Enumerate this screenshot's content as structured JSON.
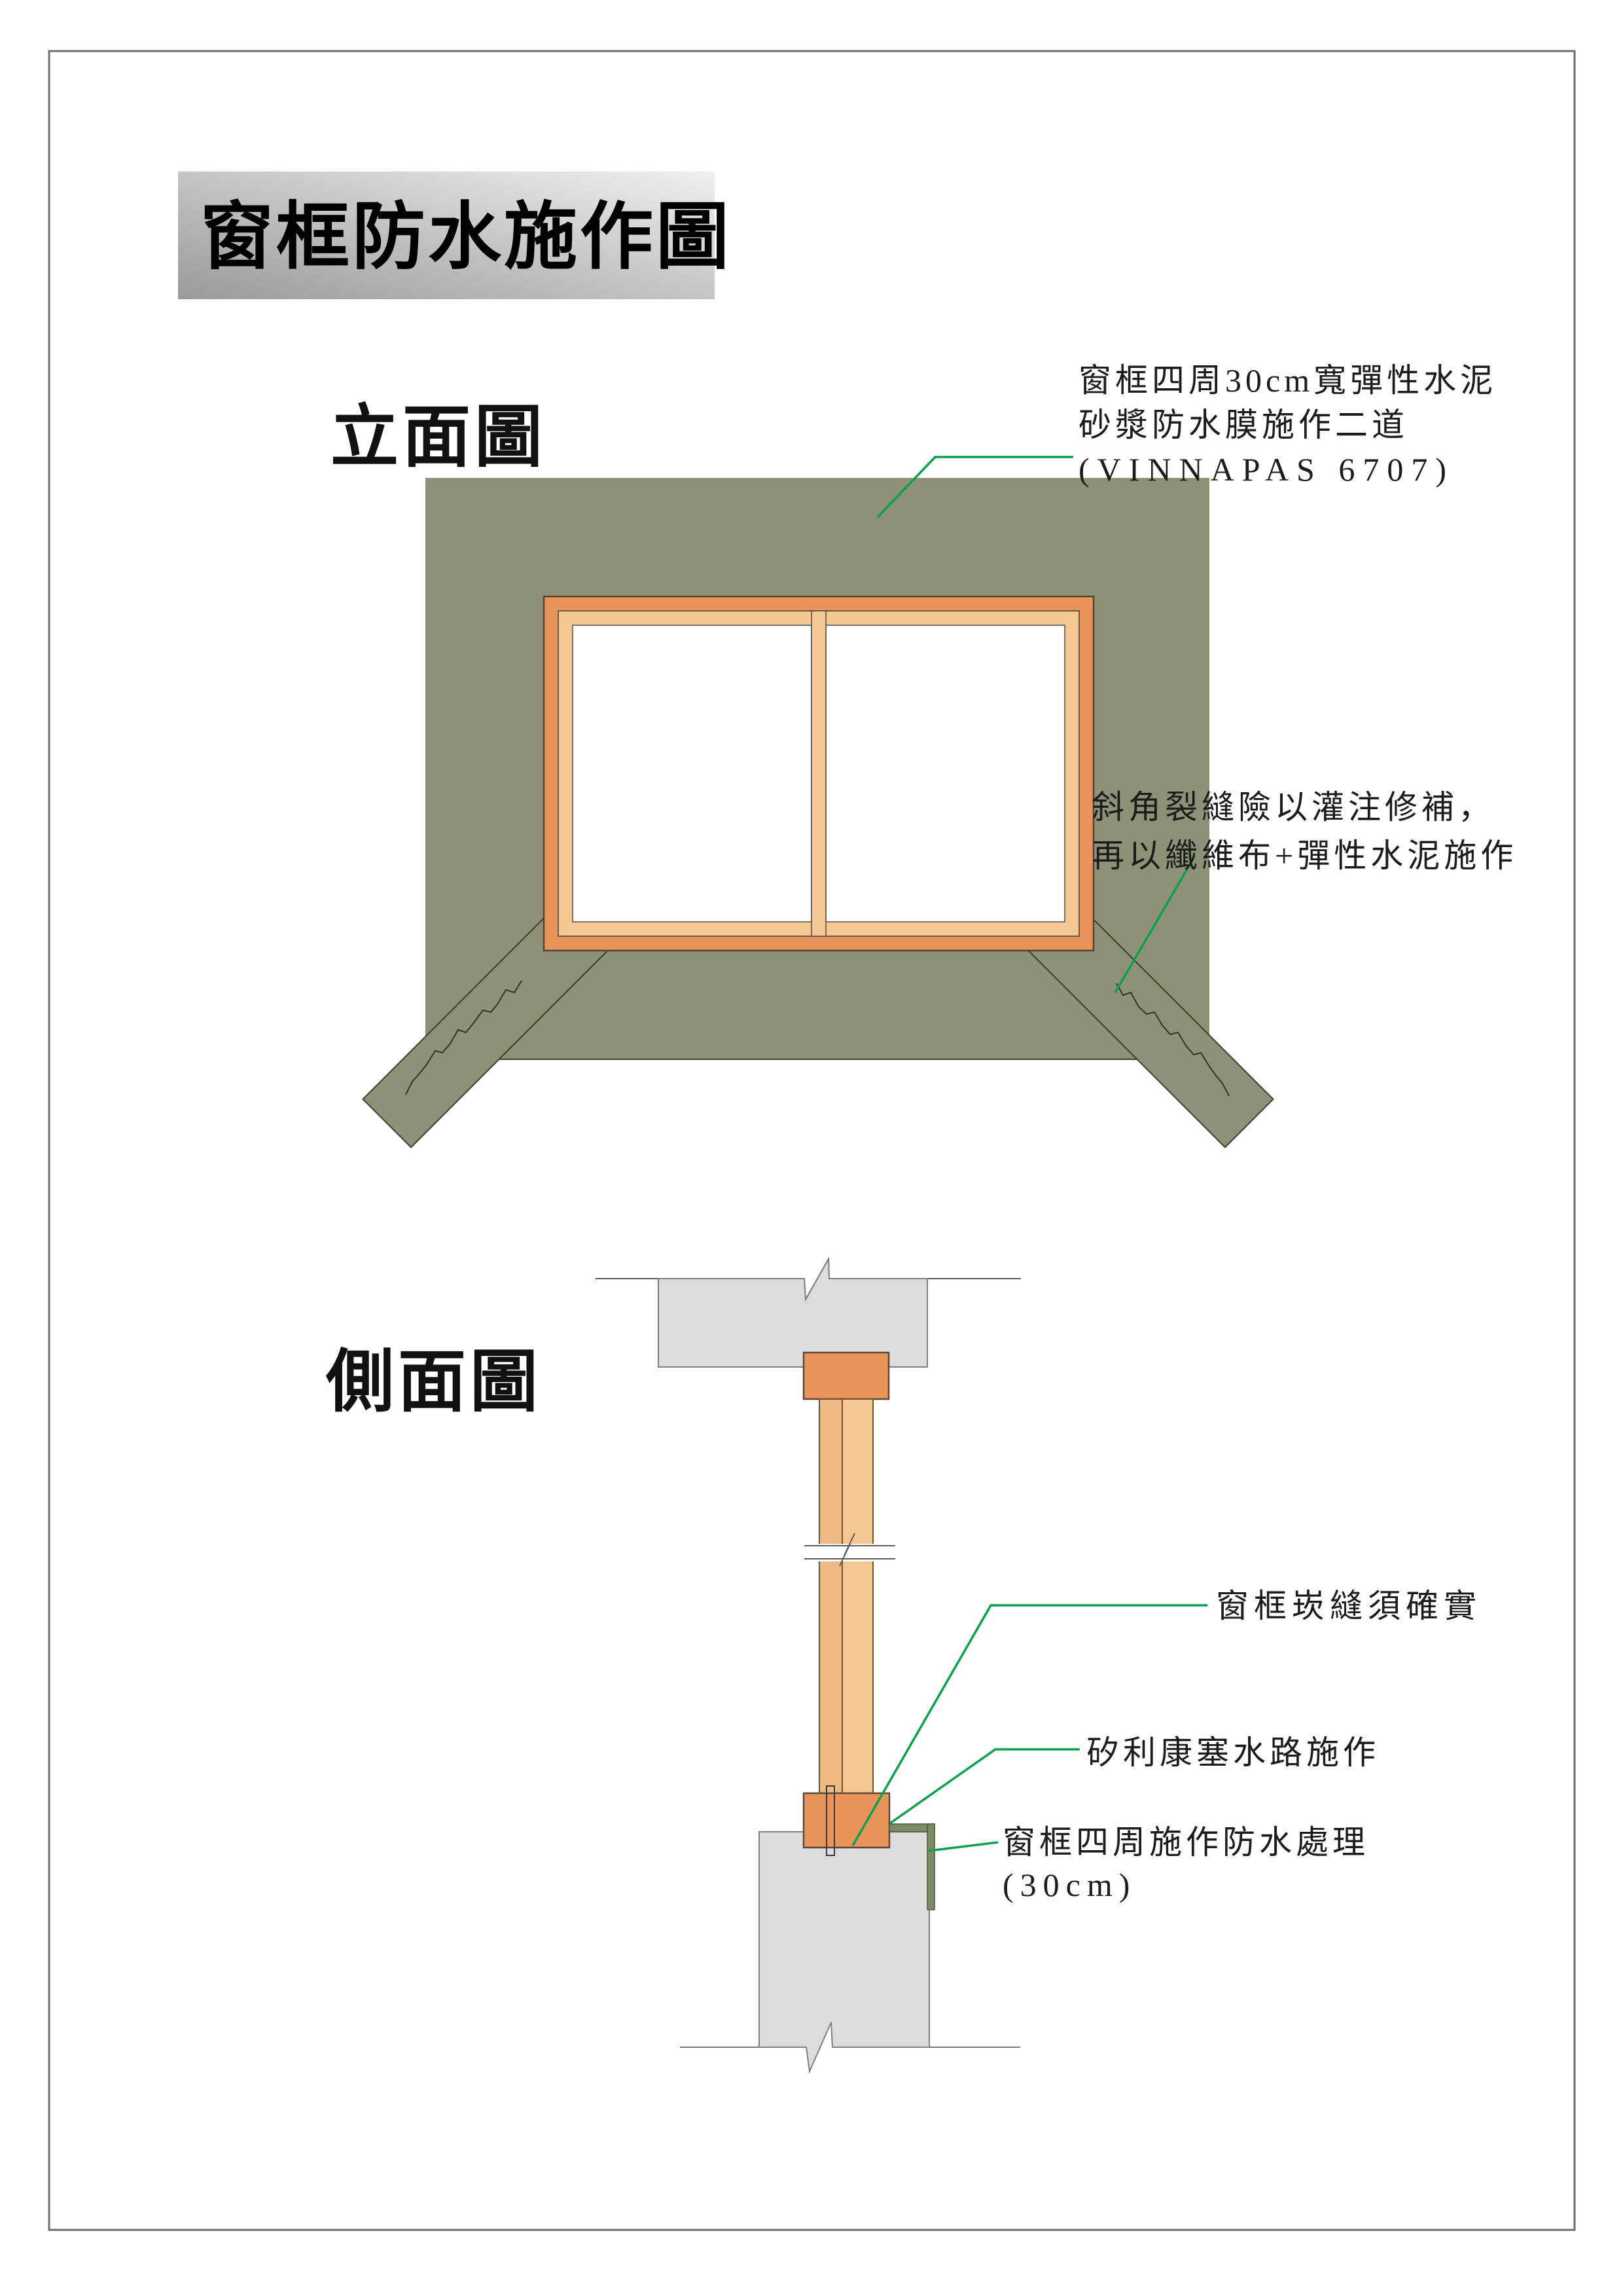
{
  "title": "窗框防水施作圖",
  "elevation": {
    "label": "立面圖",
    "note_membrane": {
      "line1": "窗框四周30cm寬彈性水泥",
      "line2": "砂漿防水膜施作二道",
      "line3": "(VINNAPAS 6707)"
    },
    "note_crack": {
      "line1": "斜角裂縫險以灌注修補，",
      "line2": "再以纖維布+彈性水泥施作"
    }
  },
  "section": {
    "label": "側面圖",
    "note_gap": "窗框崁縫須確實",
    "note_silicone": "矽利康塞水路施作",
    "note_waterproof": {
      "line1": "窗框四周施作防水處理",
      "line2": "(30cm)"
    }
  },
  "colors": {
    "wall": "#8F9176",
    "frame_dark": "#E8945A",
    "frame_light": "#F5C792",
    "frame_light2": "#EFBA82",
    "glass": "#FFFFFF",
    "slab": "#DCDCDC",
    "strip": "#7C8A63",
    "leader": "#0AA04D",
    "outline": "#4A4A4A",
    "banner_dark": "#9A9A9A",
    "banner_light": "#F0F0F0"
  }
}
